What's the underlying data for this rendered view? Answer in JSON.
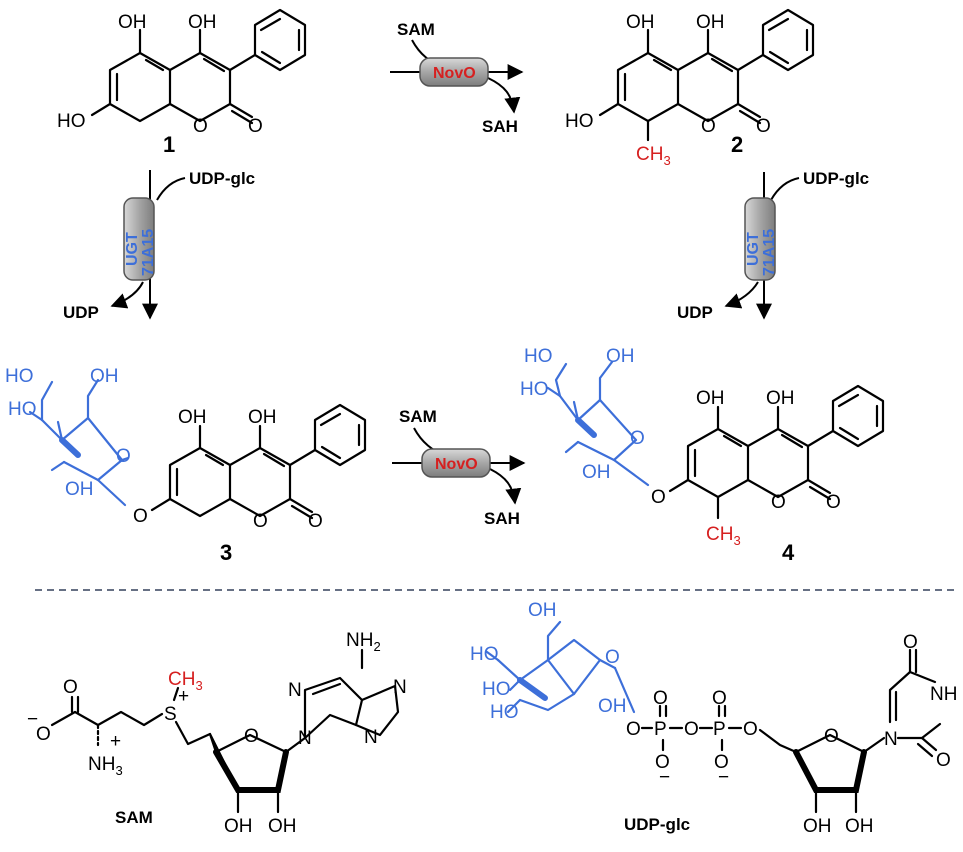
{
  "compounds": {
    "c1": "1",
    "c2": "2",
    "c3": "3",
    "c4": "4"
  },
  "reagents": {
    "sam_top": "SAM",
    "sah_top": "SAH",
    "sam_mid": "SAM",
    "sah_mid": "SAH",
    "udpglc_left": "UDP-glc",
    "udp_left": "UDP",
    "udpglc_right": "UDP-glc",
    "udp_right": "UDP"
  },
  "enzymes": {
    "methyltransferase": "NovO",
    "glycosyltransferase_line1": "UGT",
    "glycosyltransferase_line2": "71A15"
  },
  "bottom_labels": {
    "sam": "SAM",
    "udpglc": "UDP-glc"
  },
  "atom_labels": {
    "OH": "OH",
    "HO": "HO",
    "O": "O",
    "CH3": "CH",
    "three": "3",
    "NH2": "NH",
    "two": "2",
    "NH3": "NH",
    "N": "N",
    "NH": "NH",
    "S": "S",
    "P": "P",
    "plus": "+",
    "minus": "−"
  },
  "colors": {
    "sugar": "#3d6fd9",
    "methyl": "#d62020",
    "enzyme_box": "#9a9a9a",
    "divider": "#33415c"
  }
}
